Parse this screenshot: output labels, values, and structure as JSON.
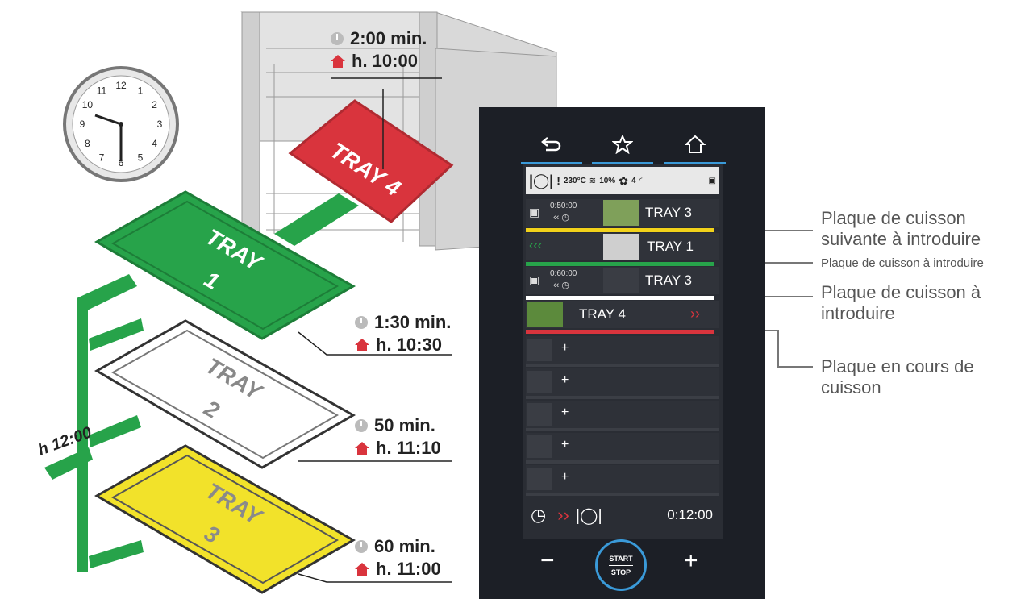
{
  "trays": {
    "t1_line1": "TRAY",
    "t1_line2": "1",
    "t2_line1": "TRAY",
    "t2_line2": "2",
    "t3_line1": "TRAY",
    "t3_line2": "3",
    "t4": "TRAY 4"
  },
  "times": {
    "top": {
      "duration": "2:00 min.",
      "hour": "h. 10:00"
    },
    "tray1": {
      "duration": "1:30 min.",
      "hour": "h. 10:30"
    },
    "tray2": {
      "duration": "50 min.",
      "hour": "h. 11:10"
    },
    "tray3": {
      "duration": "60 min.",
      "hour": "h. 11:00"
    },
    "end_label": "h 12:00"
  },
  "clock": {
    "numbers": [
      "12",
      "1",
      "2",
      "3",
      "4",
      "5",
      "6",
      "7",
      "8",
      "9",
      "10",
      "11"
    ]
  },
  "device": {
    "status": {
      "temp": "230°C",
      "humidity": "10%",
      "fan": "4"
    },
    "rows": [
      {
        "time": "0:50:00",
        "label": "TRAY 3",
        "bar_color": "#f2d21a"
      },
      {
        "time": "",
        "label": "TRAY 1",
        "bar_color": "#27a34a"
      },
      {
        "time": "0:60:00",
        "label": "TRAY 3",
        "bar_color": "#ffffff"
      },
      {
        "time": "",
        "label": "TRAY 4",
        "bar_color": "#d9343d"
      }
    ],
    "empty_plus": "+",
    "countdown": "0:12:00",
    "minus": "−",
    "plus": "+",
    "start": "START",
    "stop": "STOP"
  },
  "callouts": {
    "c1_line1": "Plaque de cuisson",
    "c1_line2": "suivante à introduire",
    "c2": "Plaque de cuisson à introduire",
    "c3_line1": "Plaque de cuisson à",
    "c3_line2": "introduire",
    "c4_line1": "Plaque en cours de",
    "c4_line2": "cuisson"
  },
  "colors": {
    "green": "#27a34a",
    "red": "#d9343d",
    "yellow": "#f2e22a",
    "device": "#1c1f26",
    "accent": "#3a9ad9"
  }
}
